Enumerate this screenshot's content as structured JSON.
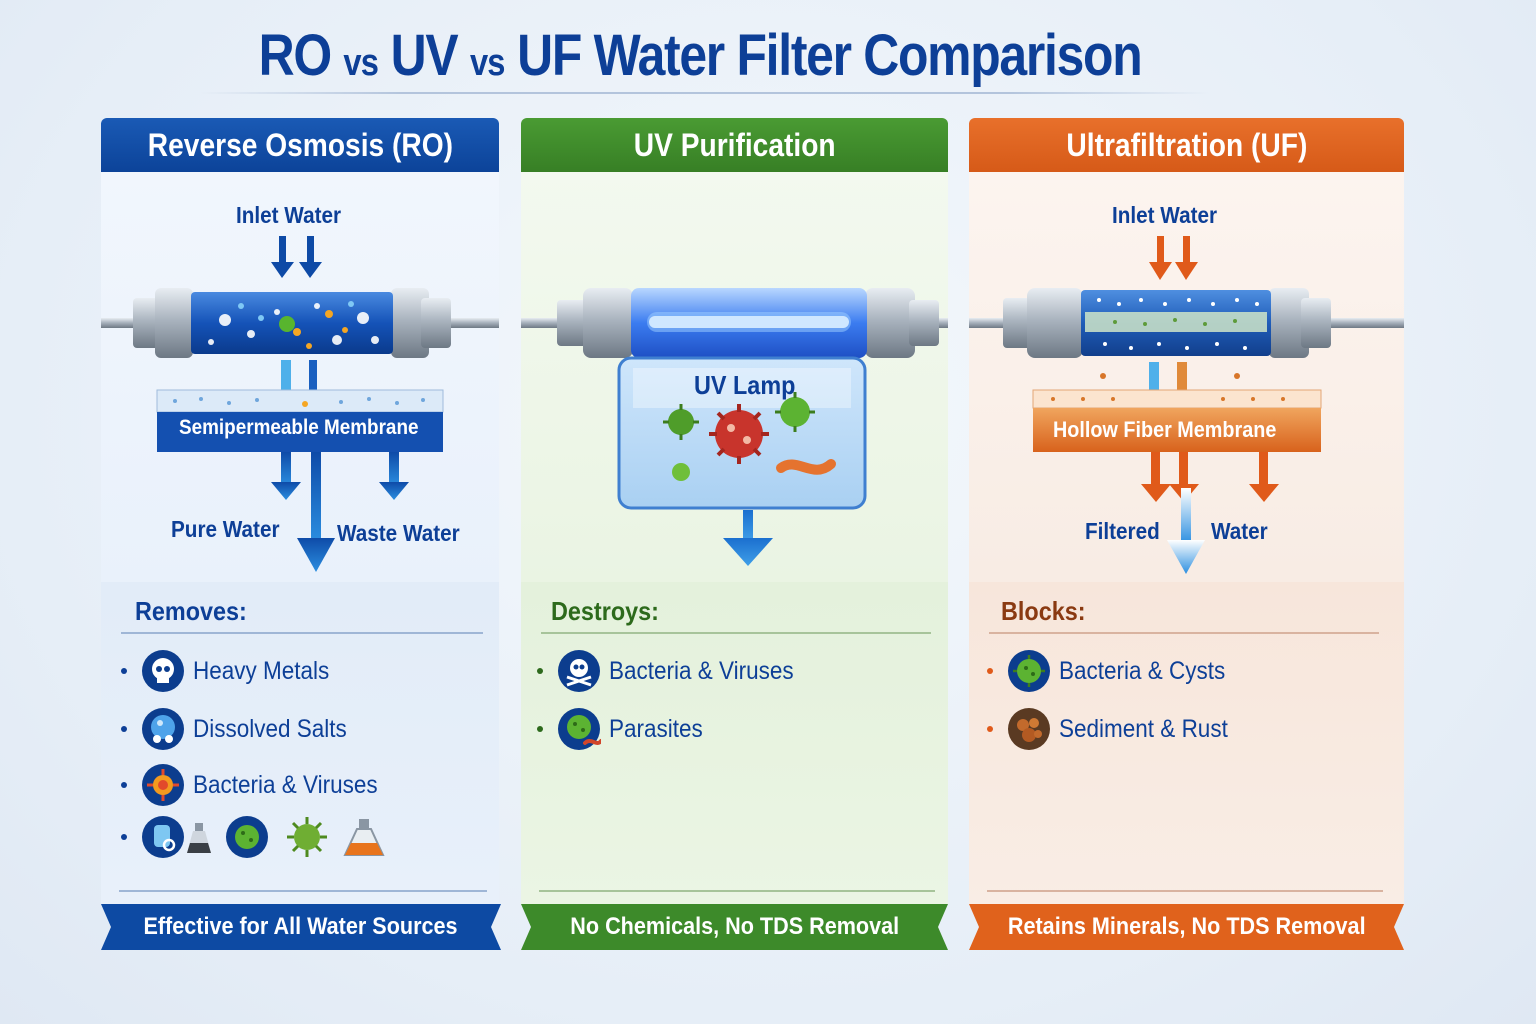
{
  "title": {
    "part1": "RO",
    "vs1": "vs",
    "part2": "UV",
    "vs2": "vs",
    "part3": "UF Water Filter Comparison"
  },
  "colors": {
    "ro": "#0d4ea6",
    "uv": "#3f8f2c",
    "uf": "#e0621c",
    "title": "#0d3f97"
  },
  "panels": {
    "ro": {
      "header": "Reverse Osmosis (RO)",
      "inlet_label": "Inlet Water",
      "membrane_label": "Semipermeable Membrane",
      "output_pure": "Pure Water",
      "output_waste": "Waste Water",
      "section_title": "Removes:",
      "items": [
        {
          "label": "Heavy Metals",
          "icon": "skull-icon"
        },
        {
          "label": "Dissolved Salts",
          "icon": "salt-icon"
        },
        {
          "label": "Bacteria & Viruses",
          "icon": "virus-icon"
        }
      ],
      "extra_icons": [
        "beaker-icon",
        "flask-icon",
        "germ-icon",
        "virus-icon",
        "chemical-flask-icon"
      ],
      "footer": "Effective for All Water Sources"
    },
    "uv": {
      "header": "UV Purification",
      "lamp_label": "UV Lamp",
      "section_title": "Destroys:",
      "items": [
        {
          "label": "Bacteria & Viruses",
          "icon": "skull-crossbones-icon"
        },
        {
          "label": "Parasites",
          "icon": "parasite-icon"
        }
      ],
      "footer": "No Chemicals, No TDS Removal"
    },
    "uf": {
      "header": "Ultrafiltration (UF)",
      "inlet_label": "Inlet Water",
      "membrane_label": "Hollow Fiber Membrane",
      "output_left": "Filtered",
      "output_right": "Water",
      "section_title": "Blocks:",
      "items": [
        {
          "label": "Bacteria & Cysts",
          "icon": "germ-icon"
        },
        {
          "label": "Sediment & Rust",
          "icon": "sediment-icon"
        }
      ],
      "footer": "Retains Minerals, No TDS Removal"
    }
  }
}
